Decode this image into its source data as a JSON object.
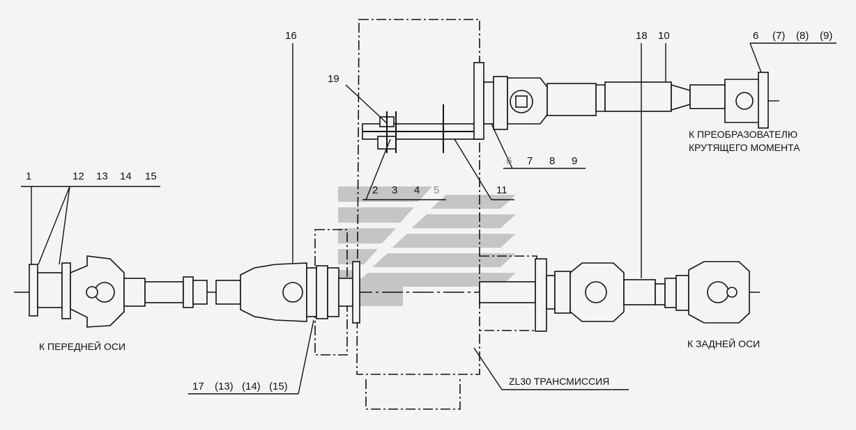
{
  "labels": {
    "l1": "1",
    "l12": "12",
    "l13": "13",
    "l14": "14",
    "l15": "15",
    "l16": "16",
    "l17": "17",
    "l13p": "(13)",
    "l14p": "(14)",
    "l15p": "(15)",
    "l19": "19",
    "l2": "2",
    "l3": "3",
    "l4": "4",
    "l5": "5",
    "l11": "11",
    "l6a": "6",
    "l7a": "7",
    "l8a": "8",
    "l9a": "9",
    "l18": "18",
    "l10": "10",
    "l6b": "6",
    "l7b": "(7)",
    "l8b": "(8)",
    "l9b": "(9)"
  },
  "captions": {
    "front_axle": "К ПЕРЕДНЕЙ ОСИ",
    "rear_axle": "К ЗАДНЕЙ ОСИ",
    "converter_line1": "К ПРЕОБРАЗОВАТЕЛЮ",
    "converter_line2": "КРУТЯЩЕГО МОМЕНТА",
    "transmission": "ZL30 ТРАНСМИССИЯ"
  },
  "colors": {
    "line": "#111111",
    "background": "#f4f4f4",
    "watermark": "#bcbcbc"
  }
}
